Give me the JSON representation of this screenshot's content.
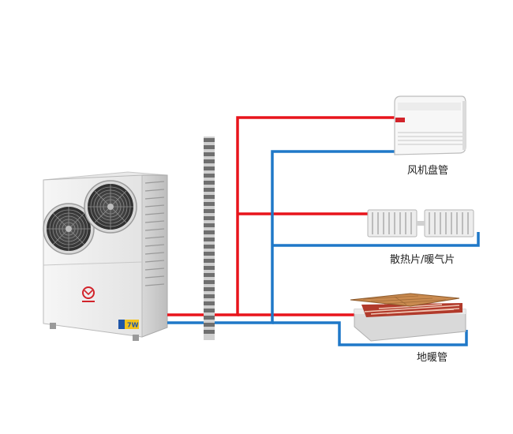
{
  "labels": {
    "fan_coil": "风机盘管",
    "radiator": "散热片/暖气片",
    "floor_heating": "地暖管"
  },
  "unit": {
    "badge": "7W"
  },
  "colors": {
    "hot_pipe": "#e8141b",
    "cold_pipe": "#1f78c8",
    "wall": "#6f6f6f",
    "unit_body": "#eeeeee"
  }
}
